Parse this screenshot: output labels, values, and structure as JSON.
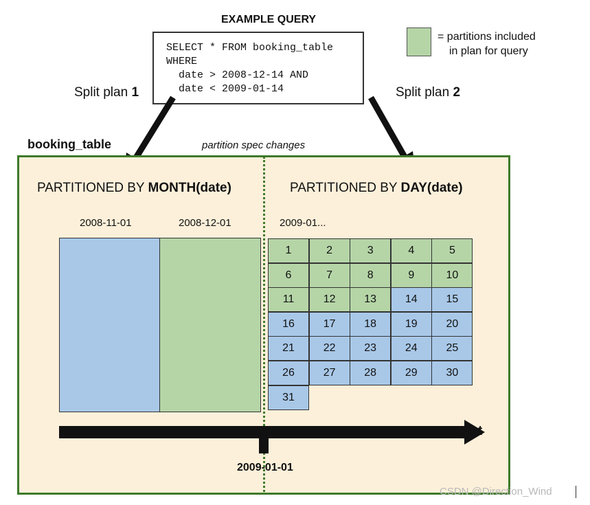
{
  "query_heading": "EXAMPLE QUERY",
  "query_lines": [
    "SELECT * FROM booking_table",
    "WHERE",
    "  date > 2008-12-14 AND",
    "  date < 2009-01-14"
  ],
  "legend": {
    "line1": "= partitions included",
    "line2": "in plan for query",
    "color": "#b5d5a7"
  },
  "split_plan_1": {
    "prefix": "Split plan ",
    "number": "1"
  },
  "split_plan_2": {
    "prefix": "Split plan ",
    "number": "2"
  },
  "table_name": "booking_table",
  "spec_change": "partition spec changes",
  "month_section": {
    "prefix": "PARTITIONED BY ",
    "bold": "MONTH(date)",
    "partitions": [
      {
        "label": "2008-11-01",
        "included": false
      },
      {
        "label": "2008-12-01",
        "included": true
      }
    ]
  },
  "day_section": {
    "prefix": "PARTITIONED BY ",
    "bold": "DAY(date)",
    "start_label": "2009-01...",
    "days": [
      {
        "n": "1",
        "included": true
      },
      {
        "n": "2",
        "included": true
      },
      {
        "n": "3",
        "included": true
      },
      {
        "n": "4",
        "included": true
      },
      {
        "n": "5",
        "included": true
      },
      {
        "n": "6",
        "included": true
      },
      {
        "n": "7",
        "included": true
      },
      {
        "n": "8",
        "included": true
      },
      {
        "n": "9",
        "included": true
      },
      {
        "n": "10",
        "included": true
      },
      {
        "n": "11",
        "included": true
      },
      {
        "n": "12",
        "included": true
      },
      {
        "n": "13",
        "included": true
      },
      {
        "n": "14",
        "included": false
      },
      {
        "n": "15",
        "included": false
      },
      {
        "n": "16",
        "included": false
      },
      {
        "n": "17",
        "included": false
      },
      {
        "n": "18",
        "included": false
      },
      {
        "n": "19",
        "included": false
      },
      {
        "n": "20",
        "included": false
      },
      {
        "n": "21",
        "included": false
      },
      {
        "n": "22",
        "included": false
      },
      {
        "n": "23",
        "included": false
      },
      {
        "n": "24",
        "included": false
      },
      {
        "n": "25",
        "included": false
      },
      {
        "n": "26",
        "included": false
      },
      {
        "n": "27",
        "included": false
      },
      {
        "n": "28",
        "included": false
      },
      {
        "n": "29",
        "included": false
      },
      {
        "n": "30",
        "included": false
      },
      {
        "n": "31",
        "included": false
      }
    ]
  },
  "timeline": {
    "axis_label": "t",
    "marker_label": "2009-01-01"
  },
  "watermark": "CSDN @Direction_Wind",
  "colors": {
    "included": "#b5d5a7",
    "excluded": "#a9c8e8",
    "frame": "#3e7a2a",
    "table_bg": "#fdf0da"
  }
}
